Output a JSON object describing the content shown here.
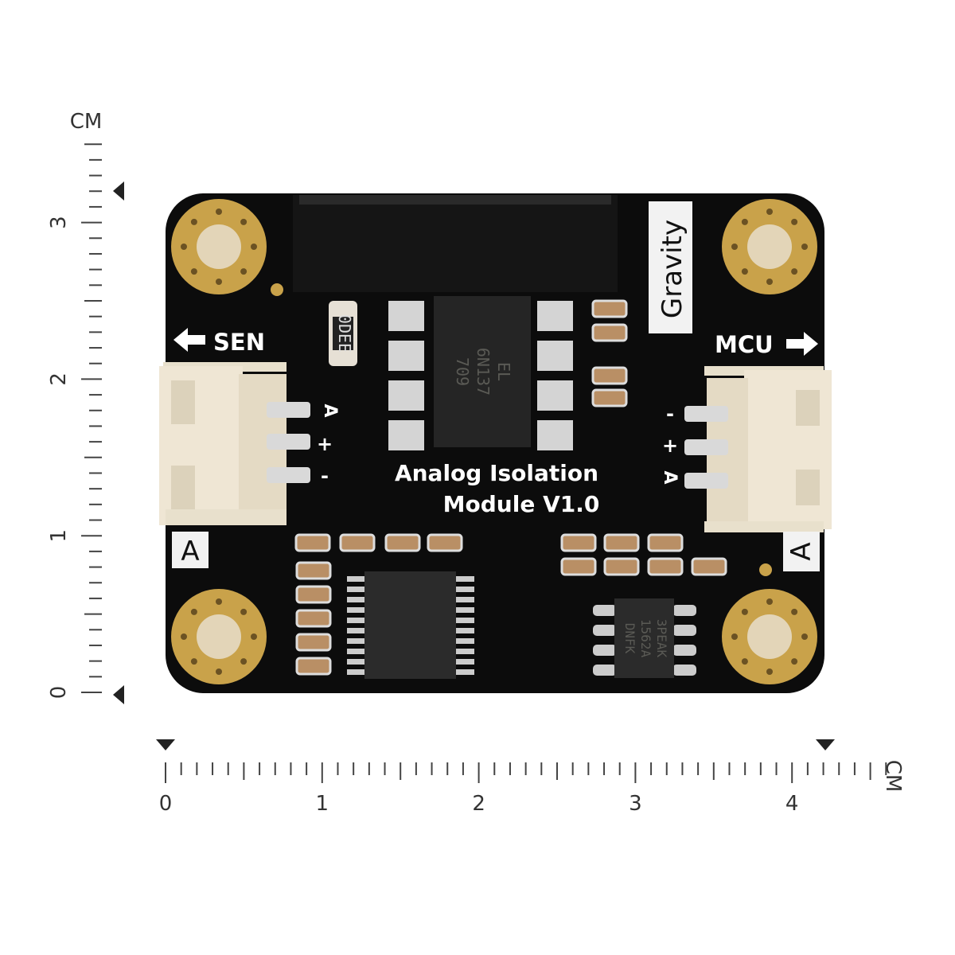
{
  "ruler_vertical": {
    "unit": "CM",
    "labels": [
      "0",
      "1",
      "2",
      "3"
    ]
  },
  "ruler_horizontal": {
    "unit": "CM",
    "labels": [
      "0",
      "1",
      "2",
      "3",
      "4"
    ]
  },
  "board": {
    "title_line1": "Analog Isolation",
    "title_line2": "Module V1.0",
    "brand": "Gravity",
    "left_port": "SEN",
    "right_port": "MCU",
    "left_type": "A",
    "right_type": "A",
    "left_pins": [
      "A",
      "+",
      "-"
    ],
    "right_pins": [
      "-",
      "+",
      "A"
    ],
    "chip_optocoupler": [
      "EL",
      "6N137",
      "709"
    ],
    "chip_amp": [
      "3PEAK",
      "1562A",
      "DNFK"
    ],
    "resistor_code": "0DEE"
  },
  "colors": {
    "pcb": "#0c0c0c",
    "gold": "#c9a24a",
    "connector": "#efe6d4"
  }
}
